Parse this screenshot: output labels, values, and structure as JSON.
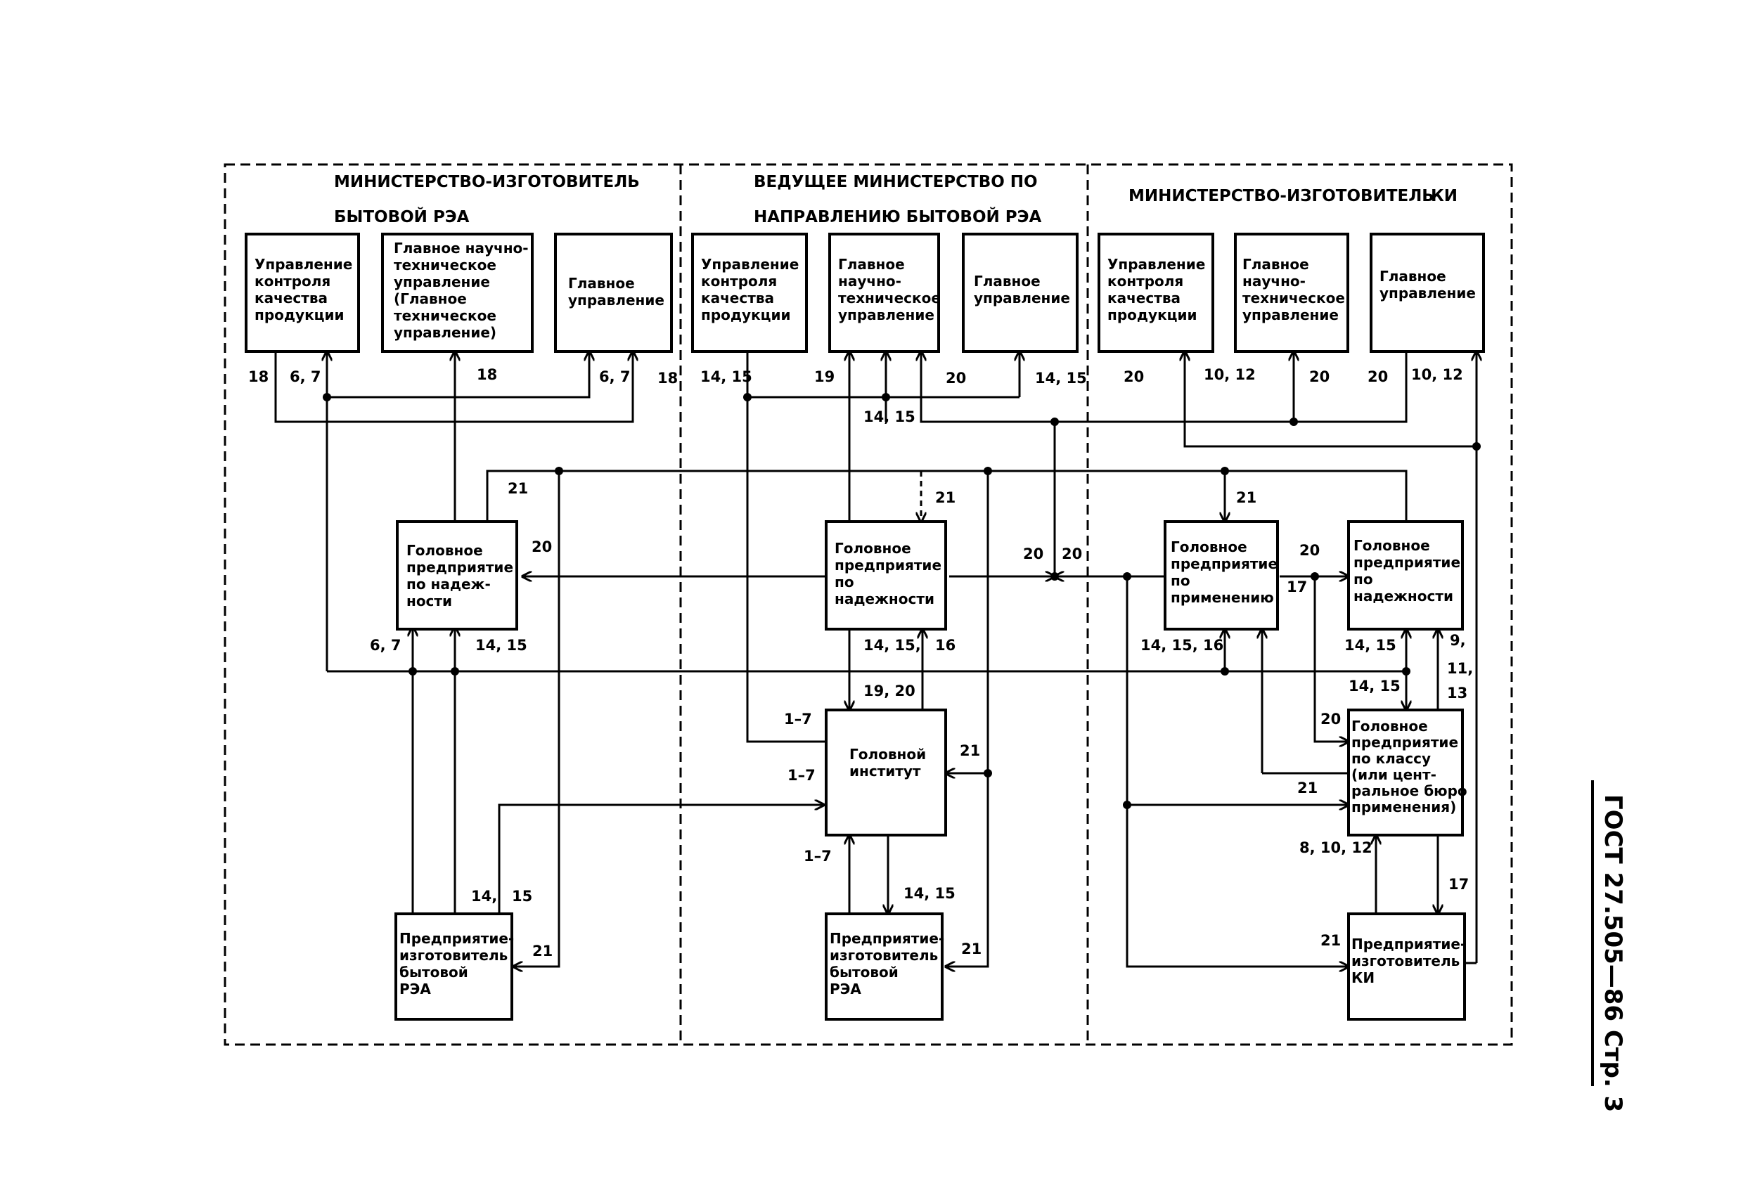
{
  "sections": {
    "s1_line1": "МИНИСТЕРСТВО-ИЗГОТОВИТЕЛЬ",
    "s1_line2": "БЫТОВОЙ РЭА",
    "s2_line1": "ВЕДУЩЕЕ МИНИСТЕРСТВО ПО",
    "s2_line2": "НАПРАВЛЕНИЮ БЫТОВОЙ РЭА",
    "s3_line1": "МИНИСТЕРСТВО-ИЗГОТОВИТЕЛЬ",
    "s3_line1b": "КИ"
  },
  "boxes": {
    "b1": [
      "Управление",
      "контроля",
      "качества",
      "продукции"
    ],
    "b2": [
      "Главное научно-",
      "техническое",
      "управление",
      "(Главное",
      "техническое",
      "управление)"
    ],
    "b3": [
      "Главное",
      "управление"
    ],
    "b4": [
      "Управление",
      "контроля",
      "качества",
      "продукции"
    ],
    "b5": [
      "Главное",
      "научно-",
      "техническое",
      "управление"
    ],
    "b6": [
      "Главное",
      "управление"
    ],
    "b7": [
      "Управление",
      "контроля",
      "качества",
      "продукции"
    ],
    "b8": [
      "Главное",
      "научно-",
      "техническое",
      "управление"
    ],
    "b9": [
      "Главное",
      "управление"
    ],
    "b10": [
      "Головное",
      "предприятие",
      "по надеж-",
      "ности"
    ],
    "b11": [
      "Головное",
      "предприятие",
      "по",
      "надежности"
    ],
    "b12": [
      "Головное",
      "предприятие",
      "по",
      "применению"
    ],
    "b13": [
      "Головное",
      "предприятие",
      "по",
      "надежности"
    ],
    "b14": [
      "Головной",
      "институт"
    ],
    "b15": [
      "Головное",
      "предприятие",
      "по классу",
      "(или цент-",
      "ральное бюро",
      "применения)"
    ],
    "b16": [
      "Предприятие-",
      "изготовитель",
      "бытовой",
      "РЭА"
    ],
    "b17": [
      "Предприятие-",
      "изготовитель",
      "бытовой",
      "РЭА"
    ],
    "b18": [
      "Предприятие-",
      "изготовитель",
      "КИ"
    ]
  },
  "labels": {
    "l_18a": "18",
    "l_67a": "6, 7",
    "l_18b": "18",
    "l_67b": "6, 7",
    "l_18c": "18",
    "l_1415a": "14, 15",
    "l_19a": "19",
    "l_20a": "20",
    "l_1415b": "14, 15",
    "l_1415c": "14, 15",
    "l_20b": "20",
    "l_1012a": "10, 12",
    "l_20c": "20",
    "l_20d": "20",
    "l_1012b": "10, 12",
    "l_21a": "21",
    "l_21b": "21",
    "l_21c": "21",
    "l_20e": "20",
    "l_2020a": "20",
    "l_2020b": "20",
    "l_20f": "20",
    "l_17a": "17",
    "l_67c": "6, 7",
    "l_1415d": "14, 15",
    "l_141516a": "14, 15,",
    "l_16a": "16",
    "l_141516b": "14, 15, 16",
    "l_1415e": "14, 15",
    "l_9": "9,",
    "l_11": "11,",
    "l_13": "13",
    "l_1415f": "14, 15",
    "l_1920": "19, 20",
    "l_17b": "1–7",
    "l_20g": "20",
    "l_21d": "21",
    "l_17c": "1–7",
    "l_21e": "21",
    "l_17d": "1–7",
    "l_14a": "14,",
    "l_15a": "15",
    "l_1415g": "14, 15",
    "l_81012": "8, 10, 12",
    "l_17e": "17",
    "l_21f": "21",
    "l_21g": "21",
    "l_21h": "21"
  },
  "side_text": "ГОСТ 27.505—86 Стр. 3"
}
